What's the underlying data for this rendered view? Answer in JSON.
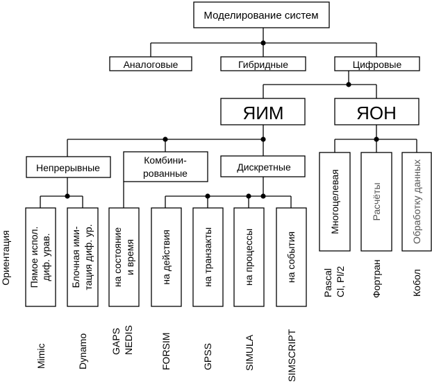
{
  "root": "Моделирование систем",
  "level1": {
    "analog": "Аналоговые",
    "hybrid": "Гибридные",
    "digital": "Цифровые"
  },
  "level2": {
    "yaim": "ЯИМ",
    "yaon": "ЯОН"
  },
  "level3": {
    "continuous": "Непрерывные",
    "combined_line1": "Комбини-",
    "combined_line2": "рованные",
    "discrete": "Дискретные"
  },
  "yaon_children": {
    "multipurpose": "Многоцелевая",
    "calculations": "Расчёты",
    "data_processing": "Обработку данных"
  },
  "leaves": {
    "direct_line1": "Пямое испол.",
    "direct_line2": "диф. урав.",
    "block_line1": "Блочная ими-",
    "block_line2": "тация диф. ур.",
    "state_line1": "на состояние",
    "state_line2": "и время",
    "actions": "на действия",
    "transacts": "на транзакты",
    "processes": "на процессы",
    "events": "на события"
  },
  "orientation_label": "Ориентация",
  "languages": {
    "mimic": "Mimic",
    "dynamo": "Dynamo",
    "gaps": "GAPS",
    "nedis": "NEDIS",
    "forsim": "FORSIM",
    "gpss": "GPSS",
    "simula": "SIMULA",
    "simscript": "SIMSCRIPT",
    "pascal_line1": "Pascal",
    "pascal_line2": "Cl, Pl/2",
    "fortran": "Фортран",
    "cobol": "Кобол"
  }
}
